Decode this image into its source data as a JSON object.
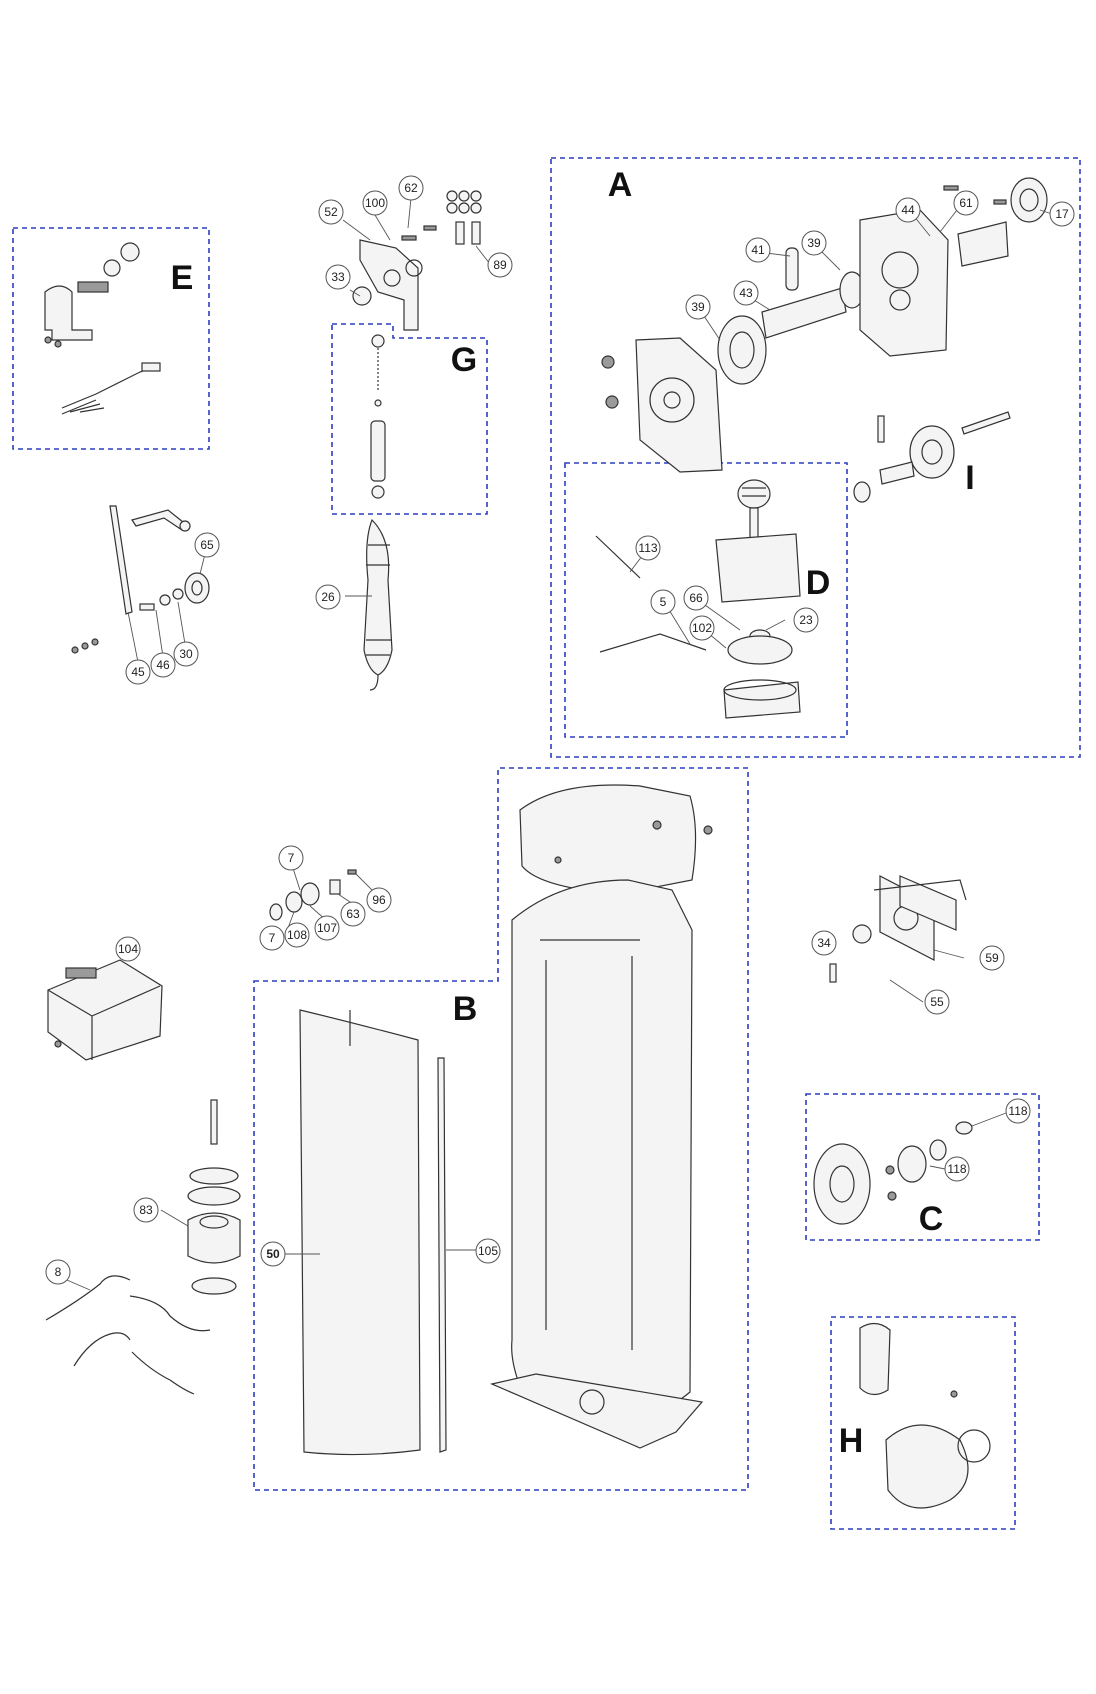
{
  "groups": {
    "A": "A",
    "B": "B",
    "C": "C",
    "D": "D",
    "E": "E",
    "G": "G",
    "H": "H",
    "I": "I"
  },
  "callouts": {
    "c52": "52",
    "c100": "100",
    "c62": "62",
    "c89": "89",
    "c33": "33",
    "c26": "26",
    "c65": "65",
    "c45": "45",
    "c46": "46",
    "c30": "30",
    "c17": "17",
    "c61": "61",
    "c44": "44",
    "c41": "41",
    "c39a": "39",
    "c39b": "39",
    "c43": "43",
    "c113": "113",
    "c5": "5",
    "c66": "66",
    "c23": "23",
    "c102": "102",
    "c7a": "7",
    "c96": "96",
    "c63": "63",
    "c7b": "7",
    "c108": "108",
    "c107": "107",
    "c104": "104",
    "c34": "34",
    "c59": "59",
    "c55": "55",
    "c118a": "118",
    "c118b": "118",
    "c83": "83",
    "c8": "8",
    "c50": "50",
    "c105": "105"
  },
  "colors": {
    "box_border": "#2b3fbf",
    "outline": "#333333",
    "background": "#ffffff"
  }
}
